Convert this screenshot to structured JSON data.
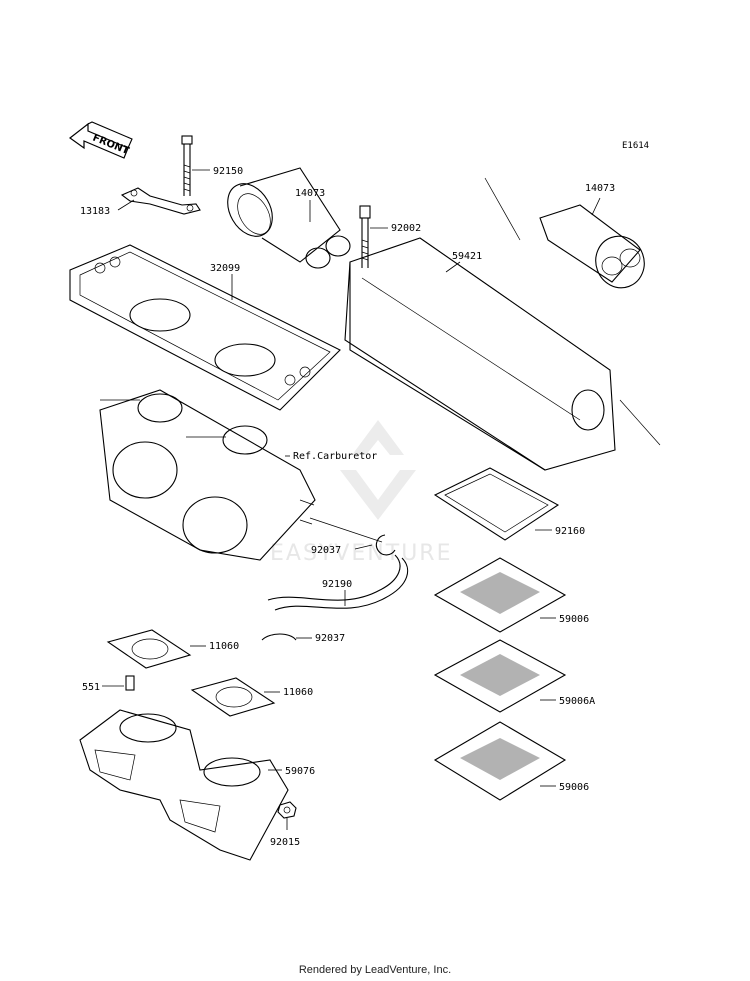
{
  "diagram_code": "E1614",
  "front_label": "FRONT",
  "watermark": "EASYVENTURE",
  "footer": "Rendered by LeadVenture, Inc.",
  "callouts": {
    "c92150": "92150",
    "c13183": "13183",
    "c14073_left": "14073",
    "c14073_right": "14073",
    "c92002": "92002",
    "c32099": "32099",
    "c59421": "59421",
    "ref_carburetor": "Ref.Carburetor",
    "c92037_top": "92037",
    "c92160": "92160",
    "c92190": "92190",
    "c92037_bottom": "92037",
    "c59006_top": "59006",
    "c11060_top": "11060",
    "c551": "551",
    "c11060_bottom": "11060",
    "c59006A": "59006A",
    "c59076": "59076",
    "c92015": "92015",
    "c59006_bottom": "59006"
  }
}
